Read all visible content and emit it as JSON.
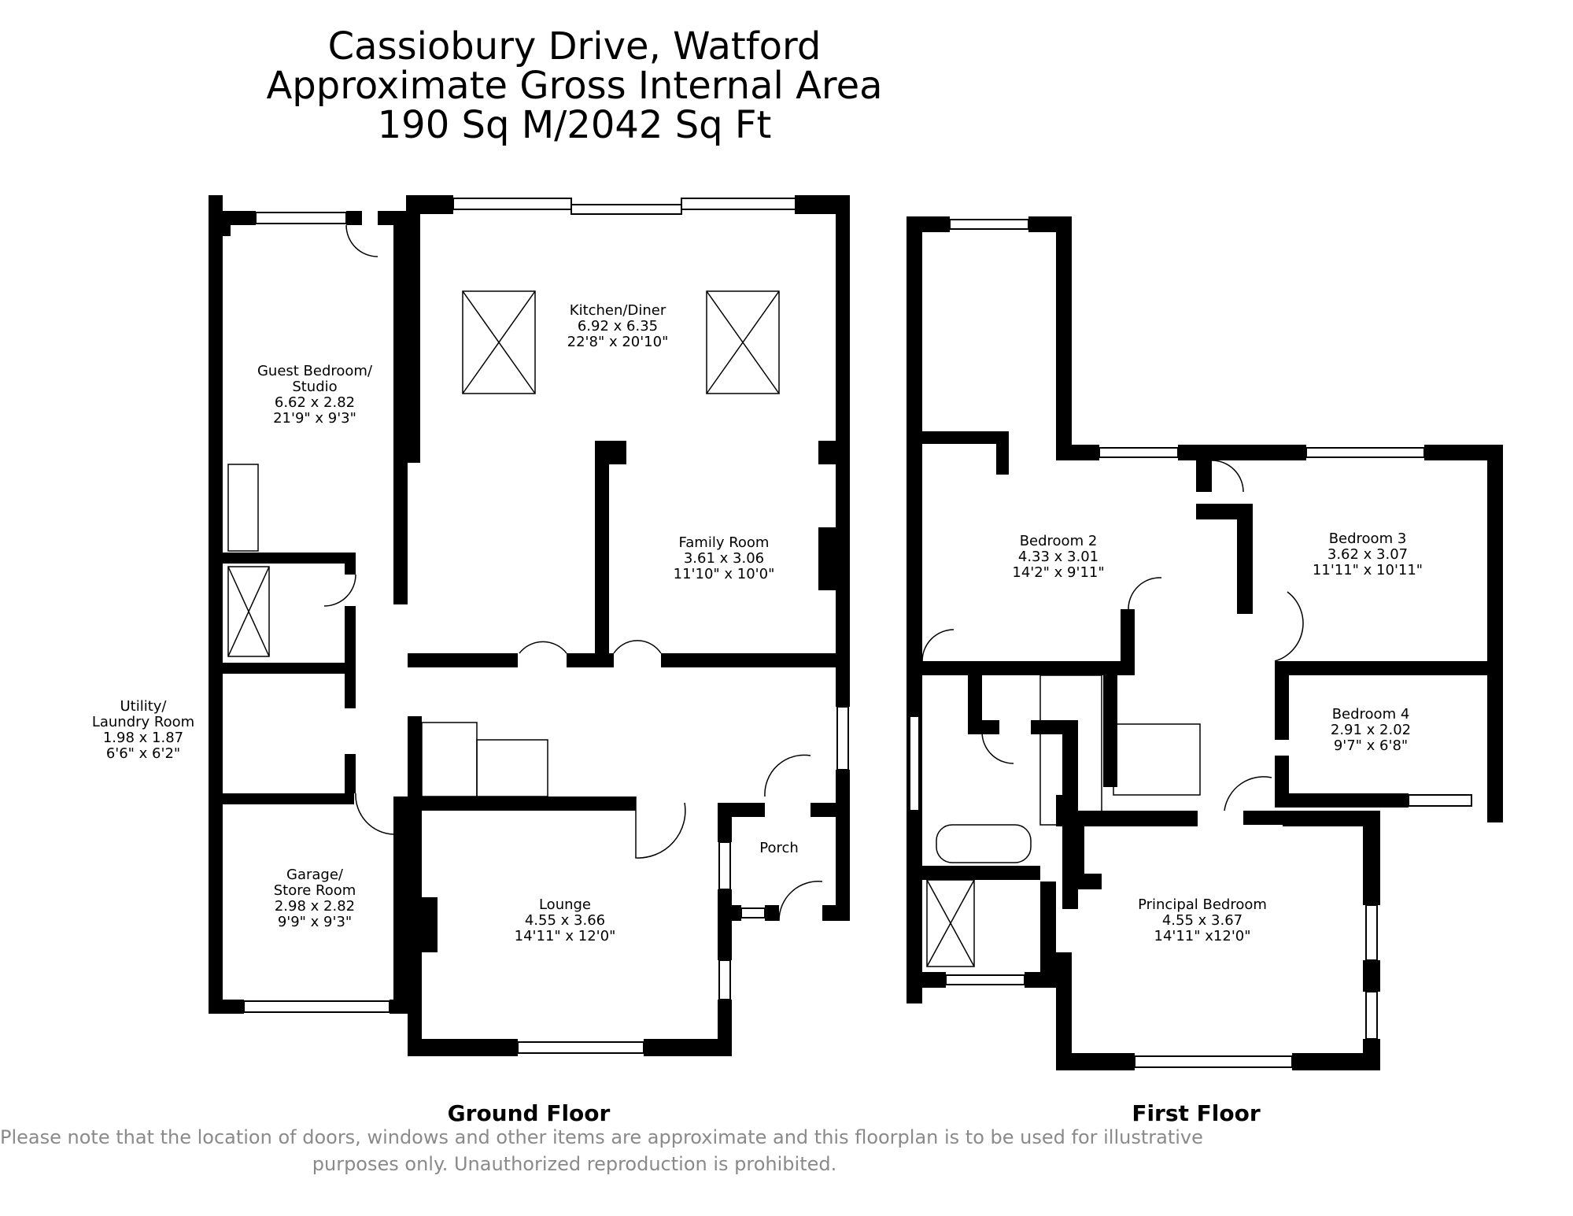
{
  "header": {
    "line1": "Cassiobury Drive, Watford",
    "line2": "Approximate Gross Internal Area",
    "line3": "190 Sq M/2042 Sq Ft"
  },
  "rooms": {
    "guest": {
      "name1": "Guest Bedroom/",
      "name2": "Studio",
      "metric": "6.62 x 2.82",
      "imperial": "21'9\" x 9'3\""
    },
    "kitchen": {
      "name": "Kitchen/Diner",
      "metric": "6.92 x 6.35",
      "imperial": "22'8\" x 20'10\""
    },
    "family": {
      "name": "Family Room",
      "metric": "3.61 x 3.06",
      "imperial": "11'10\" x 10'0\""
    },
    "utility": {
      "name1": "Utility/",
      "name2": "Laundry Room",
      "metric": "1.98 x 1.87",
      "imperial": "6'6\" x 6'2\""
    },
    "garage": {
      "name1": "Garage/",
      "name2": "Store Room",
      "metric": "2.98 x 2.82",
      "imperial": "9'9\" x 9'3\""
    },
    "lounge": {
      "name": "Lounge",
      "metric": "4.55 x 3.66",
      "imperial": "14'11\" x 12'0\""
    },
    "porch": {
      "name": "Porch"
    },
    "bed2": {
      "name": "Bedroom 2",
      "metric": "4.33 x 3.01",
      "imperial": "14'2\" x 9'11\""
    },
    "bed3": {
      "name": "Bedroom 3",
      "metric": "3.62 x 3.07",
      "imperial": "11'11\" x 10'11\""
    },
    "bed4": {
      "name": "Bedroom 4",
      "metric": "2.91 x 2.02",
      "imperial": "9'7\" x 6'8\""
    },
    "principal": {
      "name": "Principal Bedroom",
      "metric": "4.55 x 3.67",
      "imperial": "14'11\" x12'0\""
    }
  },
  "floors": {
    "ground": "Ground Floor",
    "first": "First Floor"
  },
  "disclaimer": {
    "line1": "Please note that the location of doors, windows and other items are approximate and this floorplan is to be used for illustrative",
    "line2": "purposes only. Unauthorized reproduction is prohibited."
  }
}
